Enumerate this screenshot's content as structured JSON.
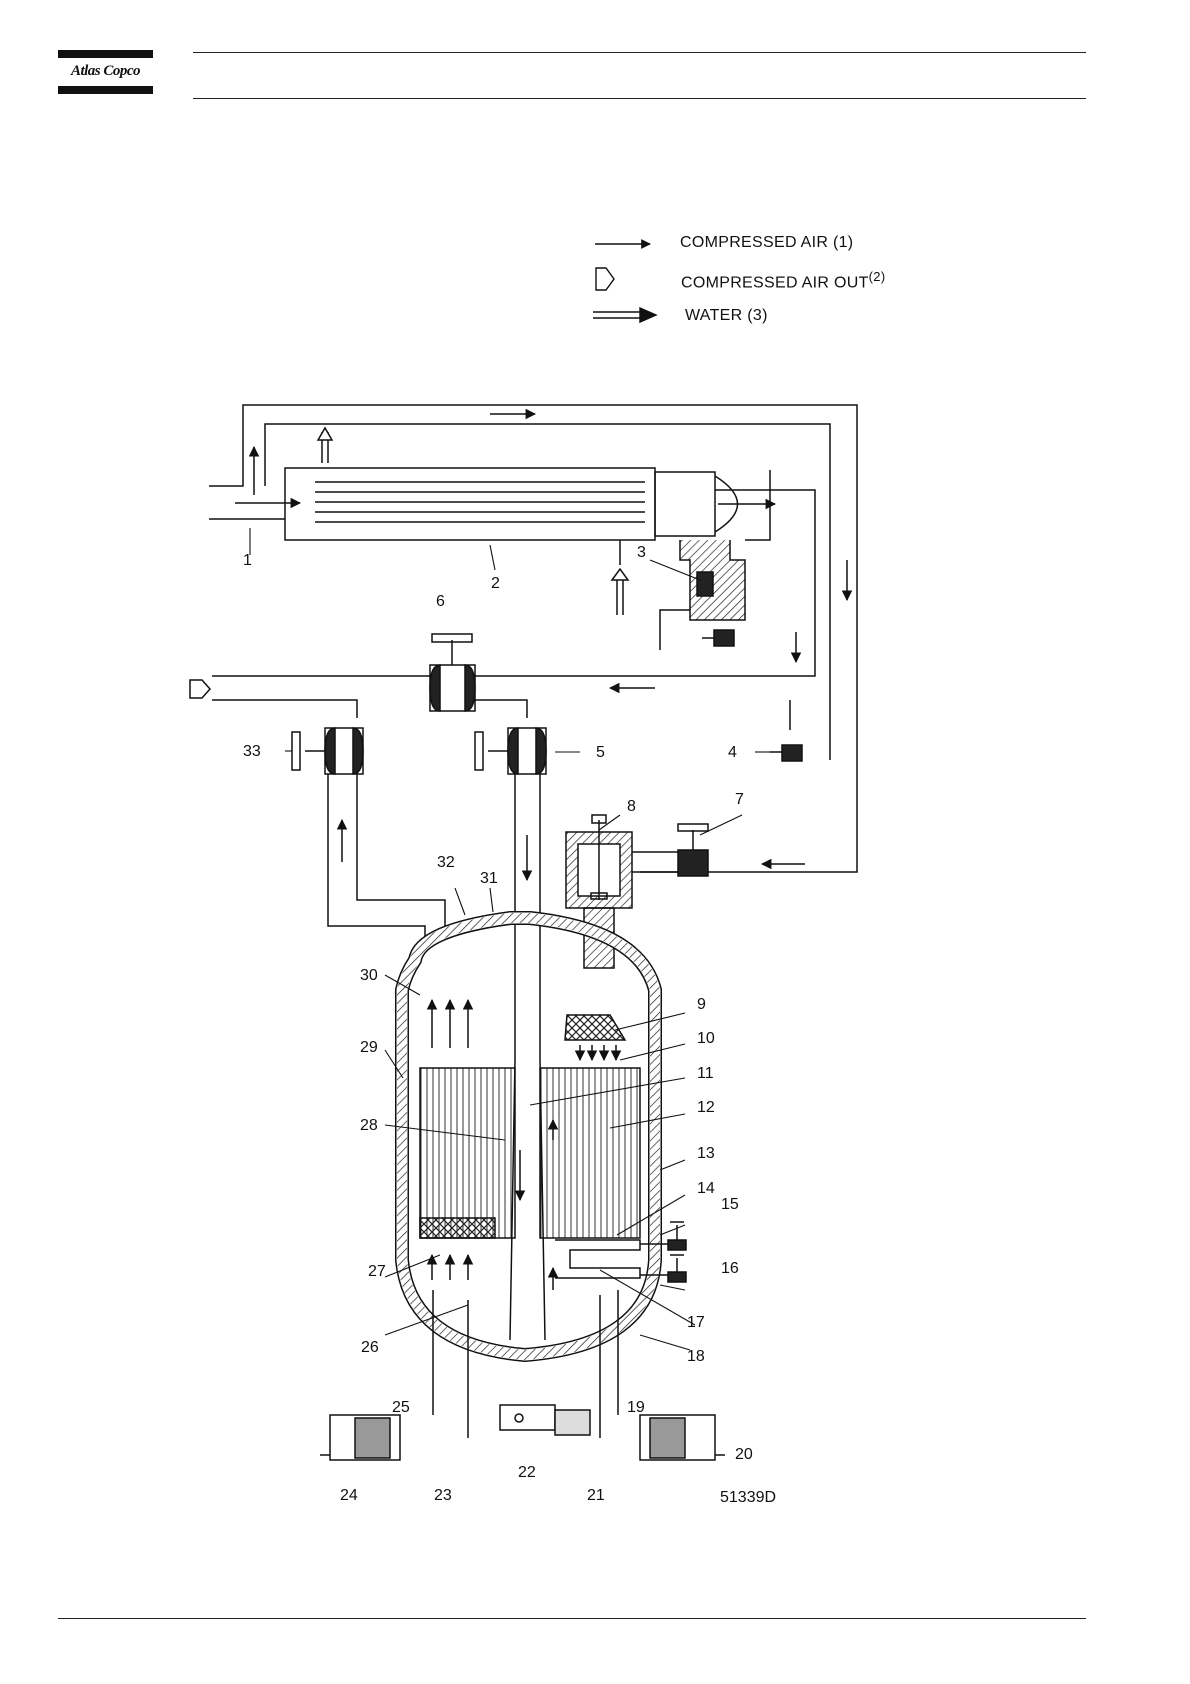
{
  "header": {
    "logo_text": "Atlas Copco"
  },
  "legend": {
    "items": [
      {
        "label": "COMPRESSED AIR",
        "ref": "(1)"
      },
      {
        "label": "COMPRESSED AIR OUT",
        "ref": "(2)"
      },
      {
        "label": "WATER",
        "ref": "(3)"
      }
    ]
  },
  "diagram": {
    "figure_id": "51339D",
    "callouts": [
      "1",
      "2",
      "3",
      "4",
      "5",
      "6",
      "7",
      "8",
      "9",
      "10",
      "11",
      "12",
      "13",
      "14",
      "15",
      "16",
      "17",
      "18",
      "19",
      "20",
      "21",
      "22",
      "23",
      "24",
      "25",
      "26",
      "27",
      "28",
      "29",
      "30",
      "31",
      "32",
      "33"
    ]
  }
}
